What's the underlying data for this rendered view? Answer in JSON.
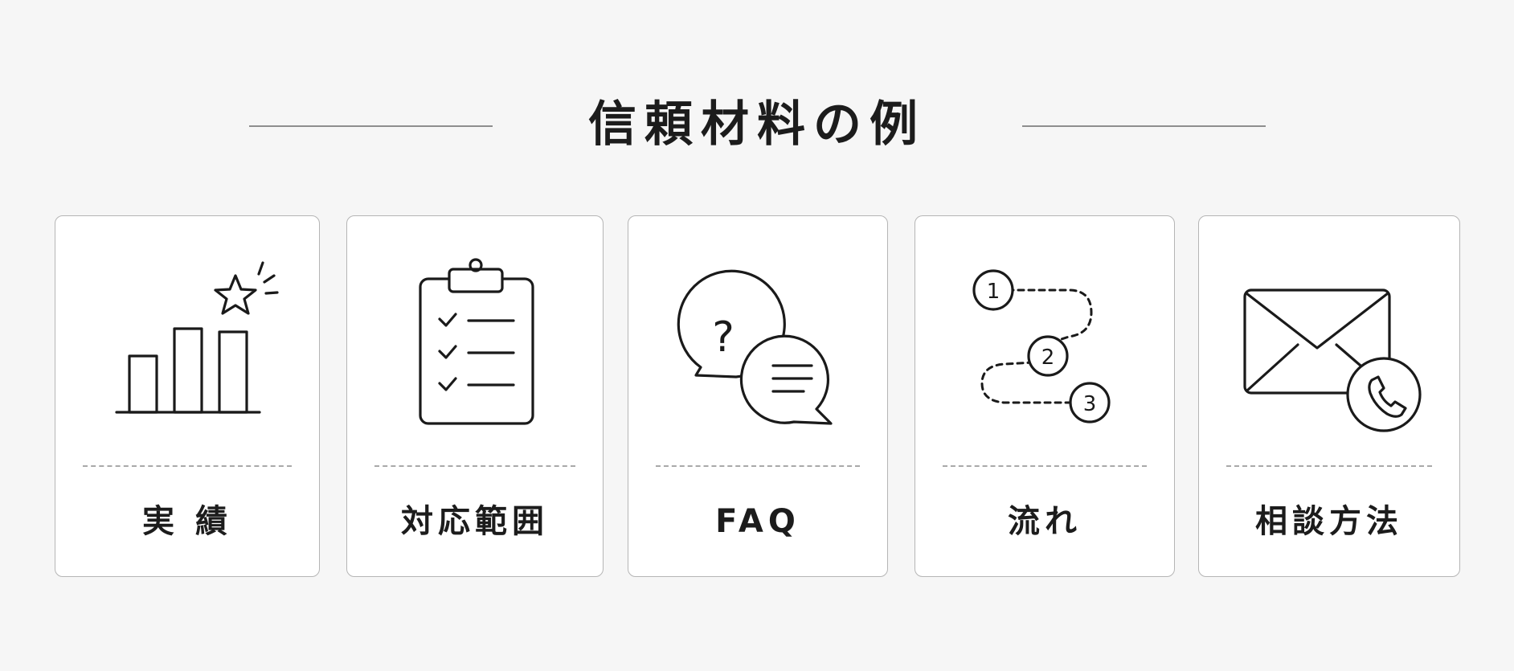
{
  "title": "信頼材料の例",
  "cards": [
    {
      "label": "実 績",
      "icon": "bar-chart-star-icon"
    },
    {
      "label": "対応範囲",
      "icon": "clipboard-checklist-icon"
    },
    {
      "label": "FAQ",
      "icon": "question-chat-bubbles-icon"
    },
    {
      "label": "流れ",
      "icon": "numbered-steps-path-icon"
    },
    {
      "label": "相談方法",
      "icon": "envelope-phone-icon"
    }
  ],
  "steps": [
    "1",
    "2",
    "3"
  ],
  "faq_symbol": "?",
  "colors": {
    "background": "#f6f6f6",
    "card": "#ffffff",
    "border": "#b5b5b5",
    "ink": "#1a1a1a"
  }
}
